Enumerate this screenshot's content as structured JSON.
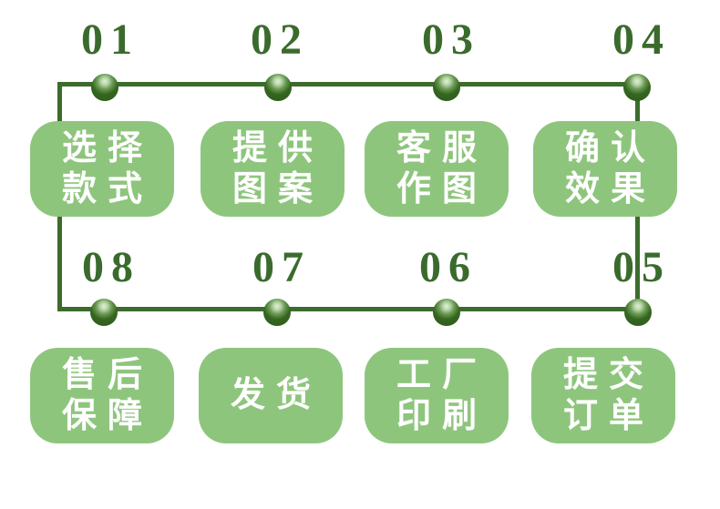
{
  "diagram_title": "order-process-flow",
  "colors": {
    "box_fill_green": "#8ec57d",
    "path_line_green": "#3b6c2c",
    "number_green": "#3a6b2d",
    "box_text_white": "#ffffff",
    "background": "#ffffff"
  },
  "rows": [
    {
      "steps": [
        {
          "num": "01",
          "lines": [
            "选择",
            "款式"
          ]
        },
        {
          "num": "02",
          "lines": [
            "提供",
            "图案"
          ]
        },
        {
          "num": "03",
          "lines": [
            "客服",
            "作图"
          ]
        },
        {
          "num": "04",
          "lines": [
            "确认",
            "效果"
          ]
        }
      ]
    },
    {
      "steps": [
        {
          "num": "08",
          "lines": [
            "售后",
            "保障"
          ]
        },
        {
          "num": "07",
          "lines": [
            "发货"
          ]
        },
        {
          "num": "06",
          "lines": [
            "工厂",
            "印刷"
          ]
        },
        {
          "num": "05",
          "lines": [
            "提交",
            "订单"
          ]
        }
      ]
    }
  ]
}
